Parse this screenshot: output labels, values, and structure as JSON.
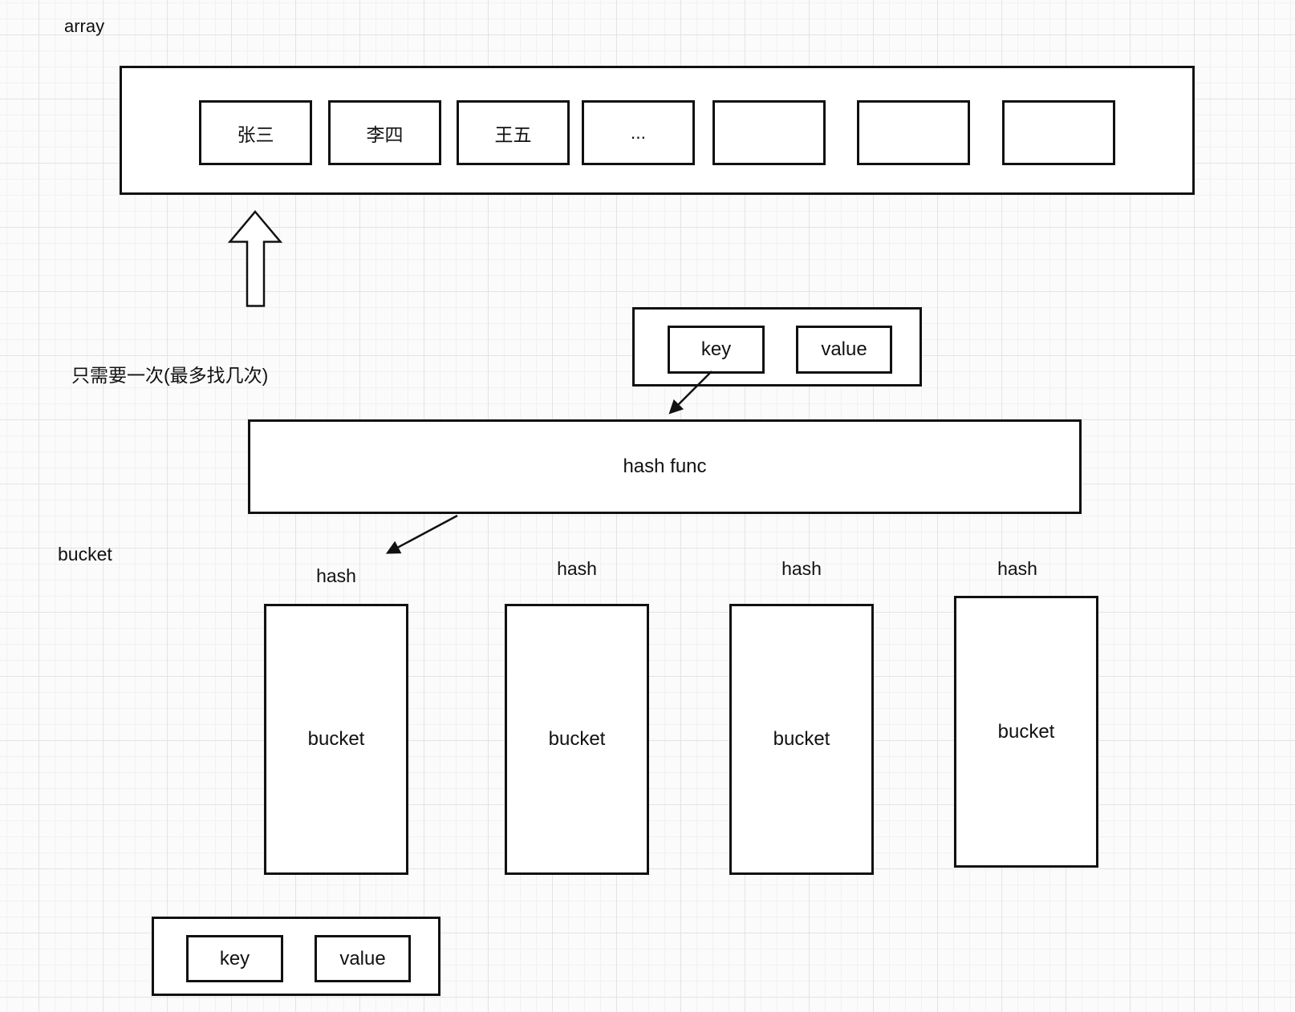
{
  "diagram": {
    "array_label": "array",
    "note": "只需要一次(最多找几次)",
    "bucket_section_label": "bucket",
    "array_cells": [
      "张三",
      "李四",
      "王五",
      "...",
      "",
      "",
      ""
    ],
    "kv_top": {
      "key": "key",
      "value": "value"
    },
    "hash_func_label": "hash func",
    "buckets": [
      {
        "hash_label": "hash",
        "label": "bucket"
      },
      {
        "hash_label": "hash",
        "label": "bucket"
      },
      {
        "hash_label": "hash",
        "label": "bucket"
      },
      {
        "hash_label": "hash",
        "label": "bucket"
      }
    ],
    "kv_bottom": {
      "key": "key",
      "value": "value"
    }
  },
  "colors": {
    "stroke": "#111111",
    "shape_fill": "#ffffff",
    "background": "#fbfbfb",
    "grid_minor": "#f1f1f3",
    "grid_major": "#e3e3e6"
  }
}
